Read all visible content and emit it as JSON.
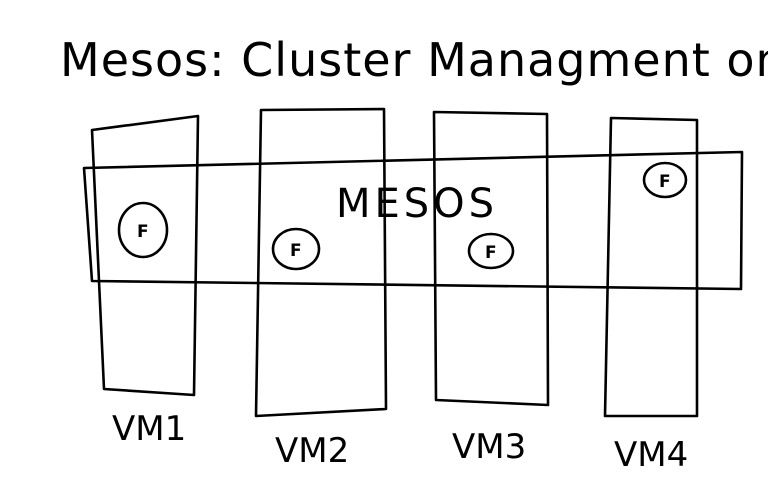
{
  "title": "Mesos: Cluster Managment on DC/OS",
  "layer": {
    "label": "MESOS"
  },
  "vms": [
    {
      "label": "VM1"
    },
    {
      "label": "VM2"
    },
    {
      "label": "VM3"
    },
    {
      "label": "VM4"
    }
  ],
  "frameworks": [
    {
      "label": "F"
    },
    {
      "label": "F"
    },
    {
      "label": "F"
    },
    {
      "label": "F"
    }
  ],
  "colors": {
    "ink": "#000000",
    "background": "#ffffff"
  }
}
